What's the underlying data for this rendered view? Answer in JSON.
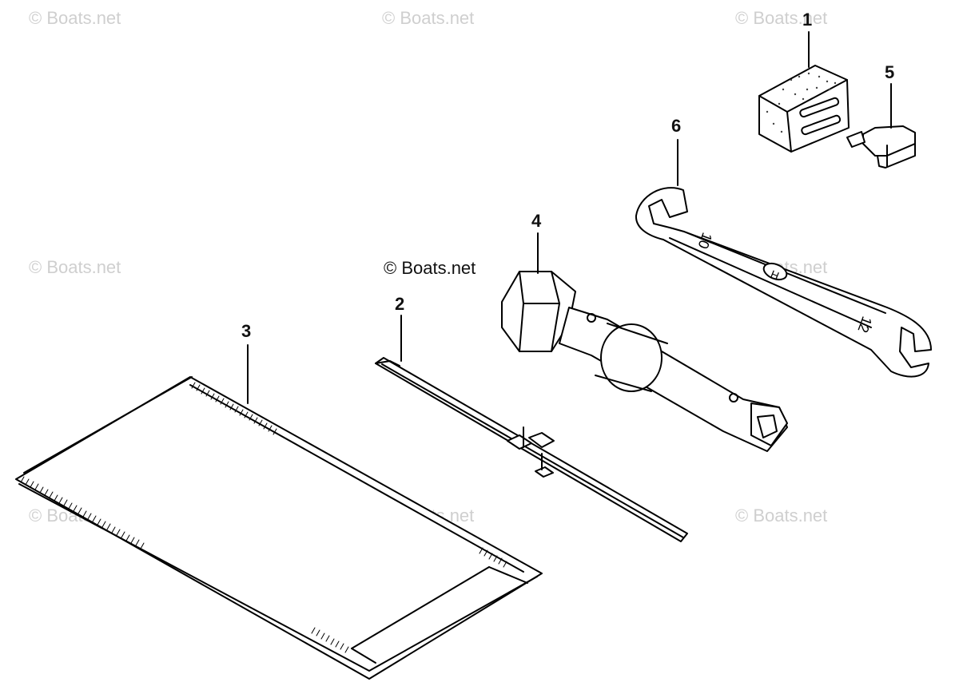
{
  "watermark": "© Boats.net",
  "copyright": "© Boats.net",
  "callouts": [
    "1",
    "2",
    "3",
    "4",
    "5",
    "6"
  ],
  "wrench_markings": {
    "small_end": "10",
    "large_end": "12",
    "center": "H"
  },
  "parts": [
    {
      "number": "1",
      "part": "fuse-box-block-icon"
    },
    {
      "number": "2",
      "part": "screwdriver-icon"
    },
    {
      "number": "3",
      "part": "tool-bag-icon"
    },
    {
      "number": "4",
      "part": "socket-wrench-icon"
    },
    {
      "number": "5",
      "part": "blade-fuse-icon"
    },
    {
      "number": "6",
      "part": "open-end-wrench-icon"
    }
  ]
}
